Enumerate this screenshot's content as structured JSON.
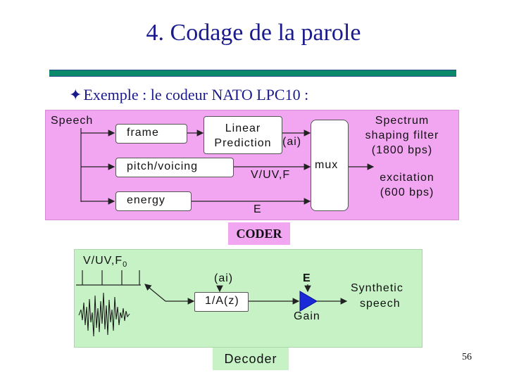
{
  "slide": {
    "title": "4. Codage de la parole",
    "bullet": "Exemple : le codeur NATO LPC10 :",
    "page_number": "56"
  },
  "coder": {
    "caption": "CODER",
    "input_label": "Speech",
    "frame_label": "frame",
    "pitch_label": "pitch/voicing",
    "energy_label": "energy",
    "lp_line1": "Linear",
    "lp_line2": "Prediction",
    "ai_label": "(ai)",
    "vuv_label": "V/UV,F",
    "e_label": "E",
    "mux_label": "mux",
    "out1_line1": "Spectrum",
    "out1_line2": "shaping filter",
    "out1_line3": "(1800 bps)",
    "out2_line1": "excitation",
    "out2_line2": "(600 bps)"
  },
  "decoder": {
    "caption": "Decoder",
    "vuv_label": "V/UV,F",
    "vuv_subscript": "0",
    "ai_label": "(ai)",
    "filter_label": "1/A(z)",
    "e_label": "E",
    "gain_label": "Gain",
    "out_line1": "Synthetic",
    "out_line2": "speech"
  },
  "colors": {
    "title": "#1a1a8c",
    "coder_bg": "#f2a6f2",
    "decoder_bg": "#c6f2c6",
    "gain_triangle": "#1a2ad8",
    "rule": "#0a8a6a"
  }
}
